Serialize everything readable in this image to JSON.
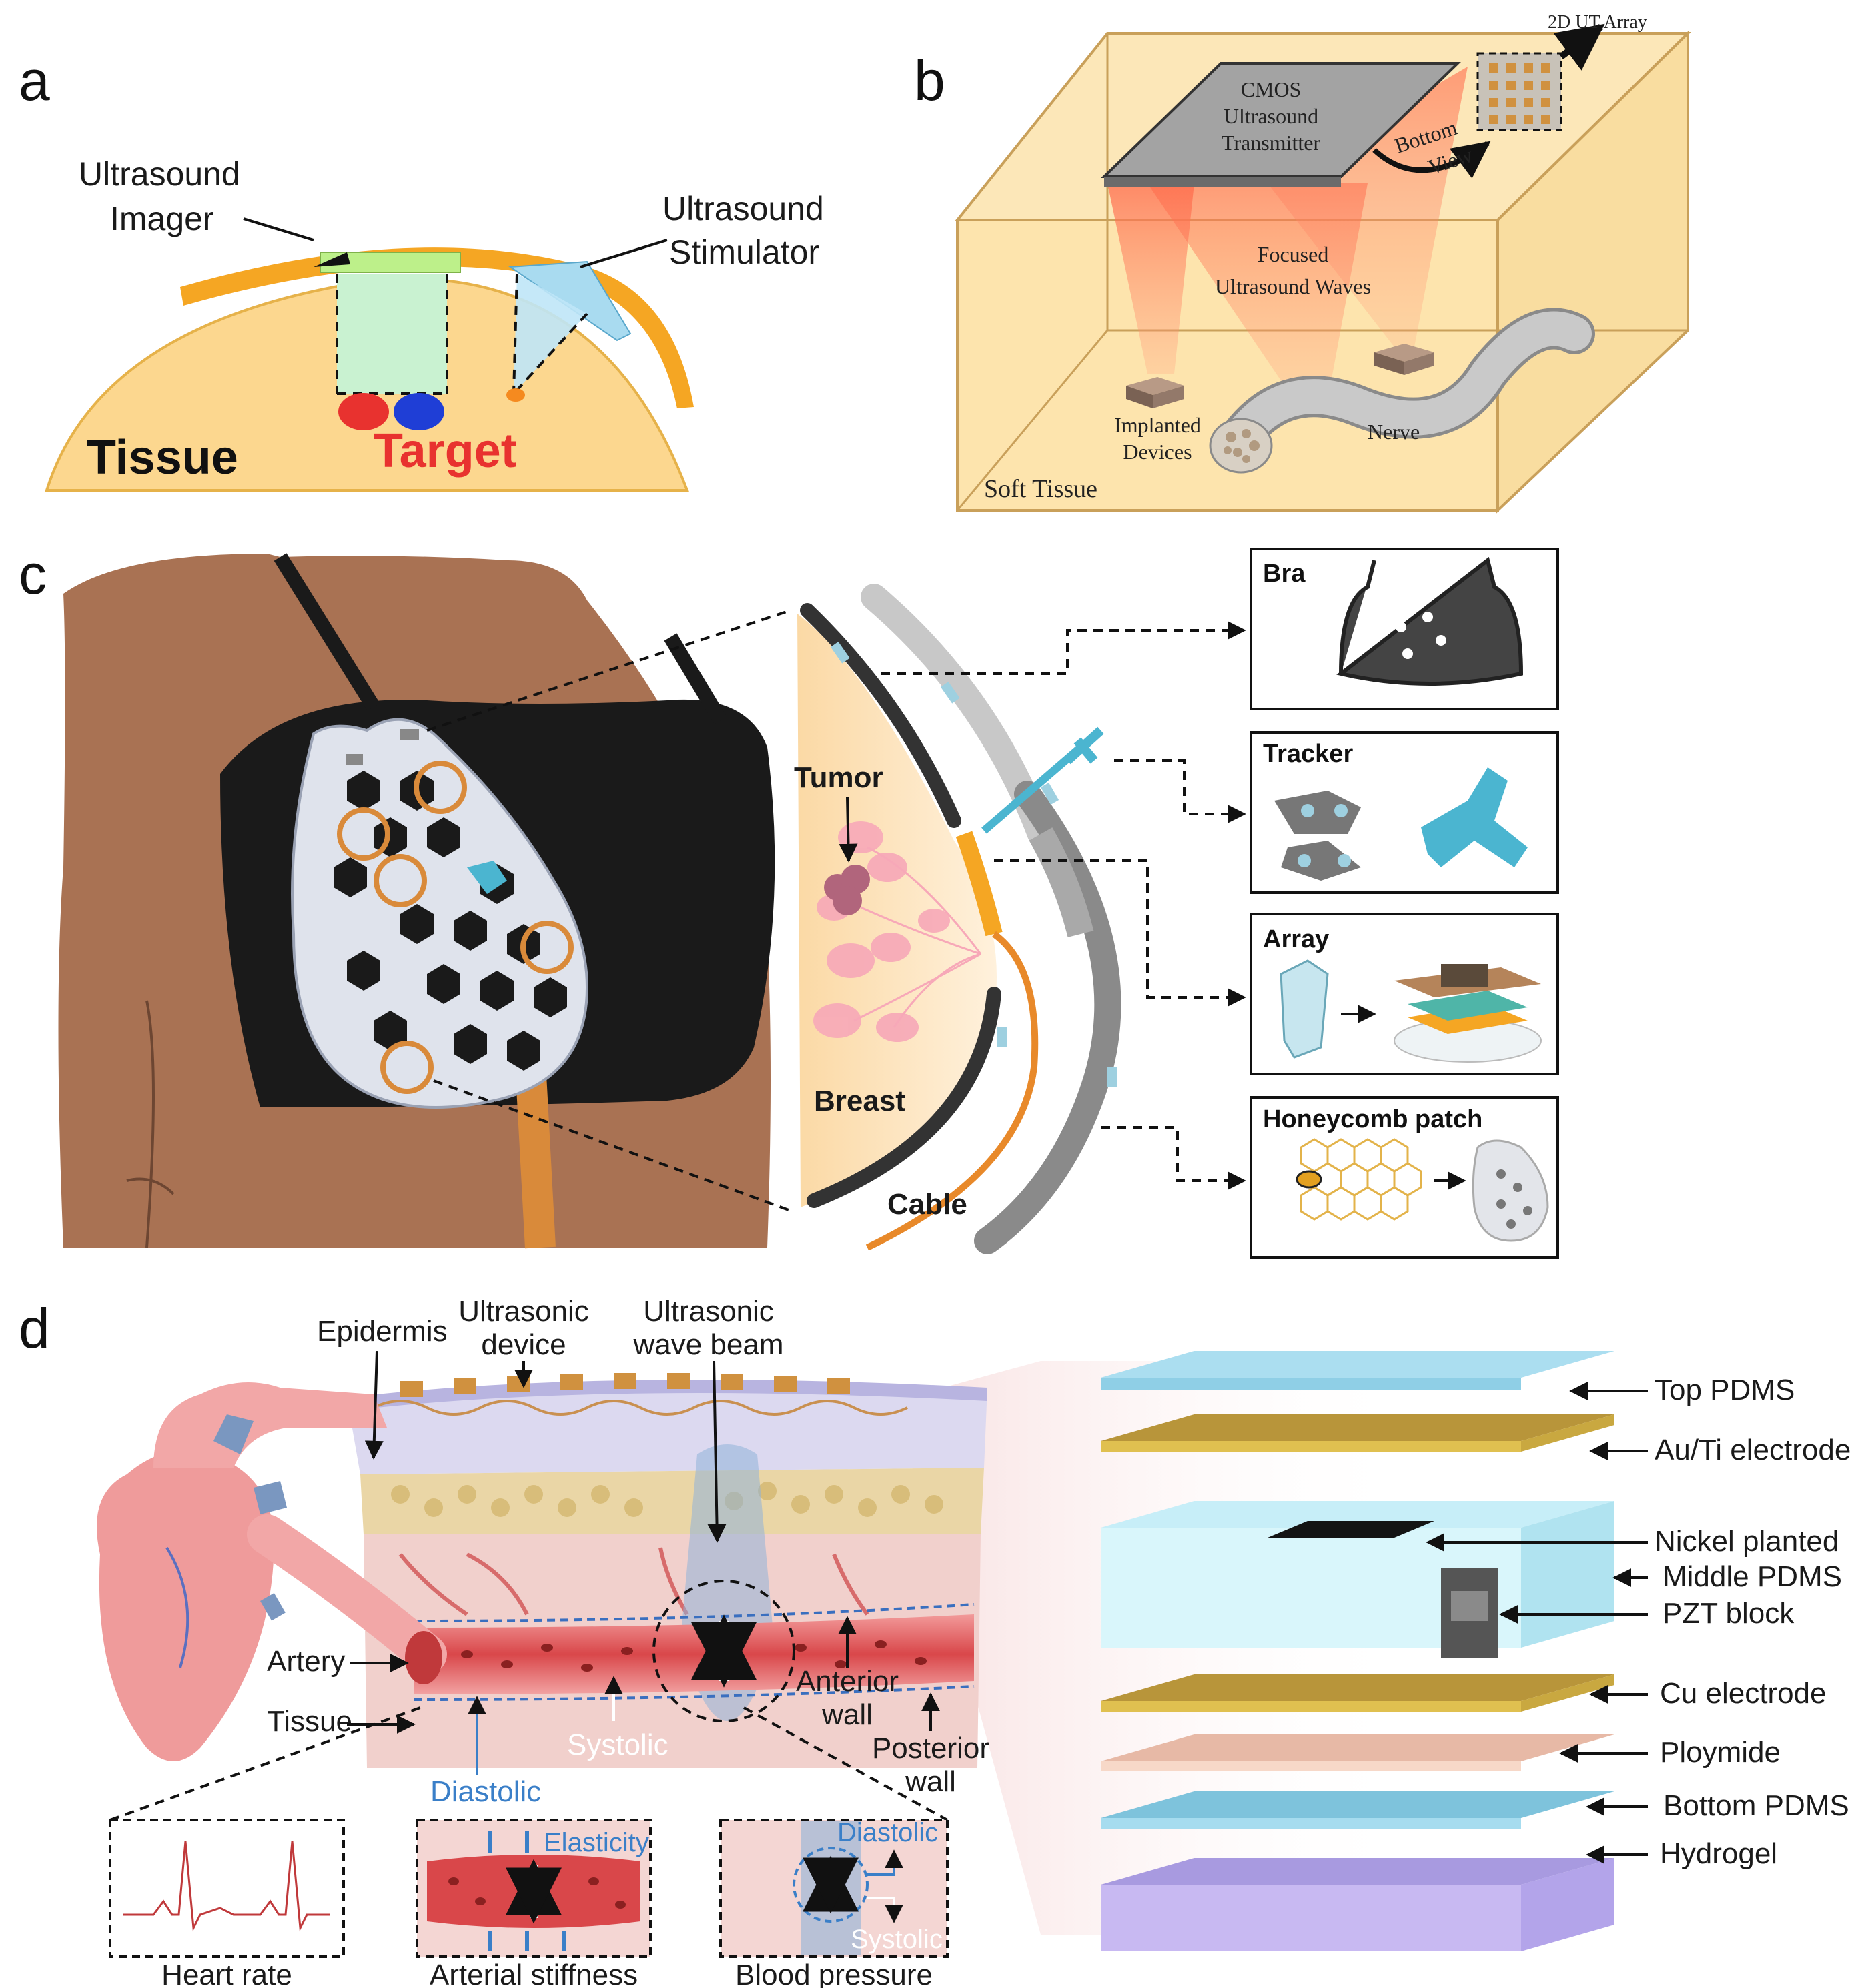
{
  "panels": {
    "a": {
      "letter": "a",
      "imager_label_1": "Ultrasound",
      "imager_label_2": "Imager",
      "stimulator_label_1": "Ultrasound",
      "stimulator_label_2": "Stimulator",
      "tissue_label": "Tissue",
      "target_label": "Target",
      "colors": {
        "tissue": "#fcd78f",
        "band": "#f5a623",
        "target": "#e8322f",
        "target2": "#1f3ed6"
      }
    },
    "b": {
      "letter": "b",
      "array_label": "2D UT Array",
      "transmitter_1": "CMOS",
      "transmitter_2": "Ultrasound",
      "transmitter_3": "Transmitter",
      "bottom_view_1": "Bottom",
      "bottom_view_2": "View",
      "waves_1": "Focused",
      "waves_2": "Ultrasound Waves",
      "implanted_1": "Implanted",
      "implanted_2": "Devices",
      "nerve_label": "Nerve",
      "soft_tissue_label": "Soft Tissue"
    },
    "c": {
      "letter": "c",
      "tumor_label": "Tumor",
      "breast_label": "Breast",
      "cable_label": "Cable",
      "boxes": [
        "Bra",
        "Tracker",
        "Array",
        "Honeycomb patch"
      ]
    },
    "d": {
      "letter": "d",
      "epidermis_label": "Epidermis",
      "device_label_1": "Ultrasonic",
      "device_label_2": "device",
      "beam_label_1": "Ultrasonic",
      "beam_label_2": "wave beam",
      "artery_label": "Artery",
      "tissue_label": "Tissue",
      "systolic_label": "Systolic",
      "diastolic_label": "Diastolic",
      "anterior_1": "Anterior",
      "anterior_2": "wall",
      "posterior_1": "Posterior",
      "posterior_2": "wall",
      "inset_labels": [
        "Heart rate",
        "Arterial stiffness",
        "Blood pressure"
      ],
      "elasticity_label": "Elasticity",
      "inset_diastolic": "Diastolic",
      "inset_systolic": "Systolic",
      "layers": [
        "Top PDMS",
        "Au/Ti electrode",
        "Nickel planted",
        "Middle PDMS",
        "PZT block",
        "Cu electrode",
        "Ploymide",
        "Bottom PDMS",
        "Hydrogel"
      ]
    }
  }
}
